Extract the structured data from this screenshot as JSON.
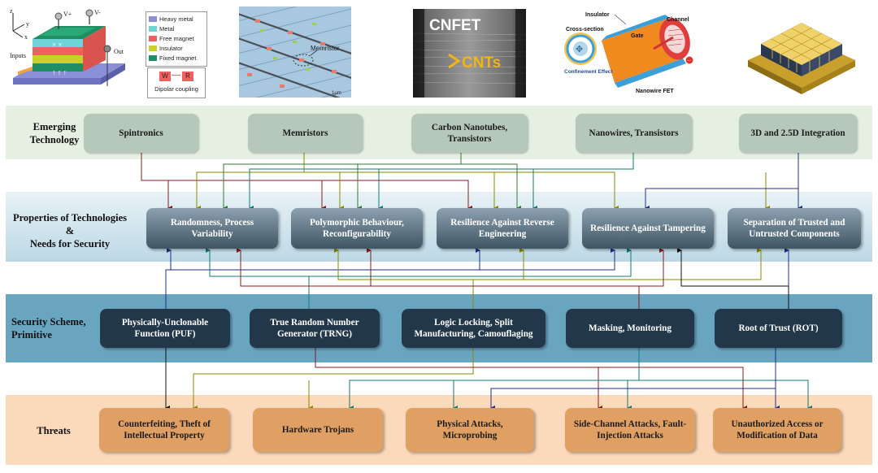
{
  "illustrations": {
    "spintronics": {
      "axes": [
        "z",
        "y",
        "x"
      ],
      "inputs_label": "Inputs",
      "vplus": "V+",
      "vminus": "V-",
      "out_label": "Out",
      "legend": [
        {
          "label": "Heavy metal",
          "color": "#8b8fd8"
        },
        {
          "label": "Metal",
          "color": "#6fd3d8"
        },
        {
          "label": "Free magnet",
          "color": "#f0605e"
        },
        {
          "label": "Insulator",
          "color": "#c8d12a"
        },
        {
          "label": "Fixed magnet",
          "color": "#1f8f63"
        }
      ],
      "coupling_w": "W",
      "coupling_r": "R",
      "coupling_label": "Dipolar coupling"
    },
    "memristor": {
      "label": "Memristor",
      "scale": "1μm"
    },
    "cnfet": {
      "title": "CNFET",
      "cnts": "CNTs"
    },
    "nanowire": {
      "insulator": "Insulator",
      "gate": "Gate",
      "channel": "Channel",
      "cross_section": "Cross-section",
      "confinement": "Confinement Effect",
      "fet": "Nanowire FET"
    }
  },
  "rows": {
    "emerging": {
      "label": "Emerging Technology",
      "items": [
        "Spintronics",
        "Memristors",
        "Carbon Nanotubes, Transistors",
        "Nanowires, Transistors",
        "3D and 2.5D Integration"
      ]
    },
    "properties": {
      "label1": "Properties of Technologies",
      "label2": "&",
      "label3": "Needs for Security",
      "items": [
        "Randomness, Process Variability",
        "Polymorphic Behaviour, Reconfigurability",
        "Resilience Against Reverse Engineering",
        "Resilience Against Tampering",
        "Separation of Trusted and Untrusted Components"
      ]
    },
    "security": {
      "label": "Security Scheme, Primitive",
      "items": [
        "Physically-Unclonable Function (PUF)",
        "True Random Number Generator (TRNG)",
        "Logic Locking, Split Manufacturing, Camouflaging",
        "Masking, Monitoring",
        "Root of Trust (ROT)"
      ]
    },
    "threats": {
      "label": "Threats",
      "items": [
        "Counterfeiting, Theft of Intellectual Property",
        "Hardware Trojans",
        "Physical Attacks, Microprobing",
        "Side-Channel Attacks, Fault-Injection Attacks",
        "Unauthorized Access or Modification of Data"
      ]
    }
  },
  "colors": {
    "emerging_band": "#e5efe2",
    "properties_band": "#cde3ec",
    "security_band": "#6aa5c0",
    "threats_band": "#fbd9bb",
    "wire_red": "#8b1a1a",
    "wire_olive": "#8a8a00",
    "wire_green": "#2e7d32",
    "wire_teal": "#137a73",
    "wire_navy": "#1f2f8a",
    "wire_black": "#111111"
  }
}
